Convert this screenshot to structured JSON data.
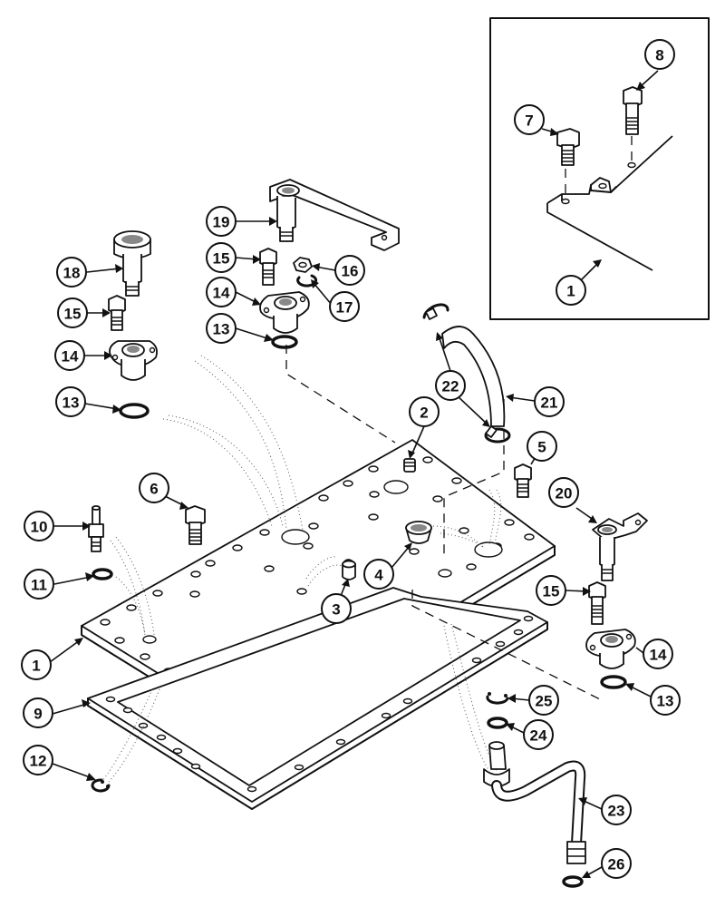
{
  "callouts": [
    {
      "label": "1",
      "part": "cover-plate"
    },
    {
      "label": "1",
      "part": "cover-plate-inset"
    },
    {
      "label": "2",
      "part": "plug"
    },
    {
      "label": "3",
      "part": "cap-plug"
    },
    {
      "label": "4",
      "part": "cap"
    },
    {
      "label": "5",
      "part": "bolt"
    },
    {
      "label": "6",
      "part": "bolt"
    },
    {
      "label": "7",
      "part": "bolt-short"
    },
    {
      "label": "8",
      "part": "bolt-long"
    },
    {
      "label": "9",
      "part": "gasket"
    },
    {
      "label": "10",
      "part": "breather-fitting"
    },
    {
      "label": "11",
      "part": "o-ring"
    },
    {
      "label": "12",
      "part": "clip"
    },
    {
      "label": "13",
      "part": "o-ring"
    },
    {
      "label": "13",
      "part": "o-ring"
    },
    {
      "label": "13",
      "part": "o-ring"
    },
    {
      "label": "14",
      "part": "flange-housing"
    },
    {
      "label": "14",
      "part": "flange-housing"
    },
    {
      "label": "14",
      "part": "flange-housing"
    },
    {
      "label": "15",
      "part": "bolt"
    },
    {
      "label": "15",
      "part": "bolt"
    },
    {
      "label": "15",
      "part": "bolt"
    },
    {
      "label": "16",
      "part": "nut"
    },
    {
      "label": "17",
      "part": "washer"
    },
    {
      "label": "18",
      "part": "shaft"
    },
    {
      "label": "19",
      "part": "lever-shaft"
    },
    {
      "label": "20",
      "part": "bracket-shaft"
    },
    {
      "label": "21",
      "part": "hose"
    },
    {
      "label": "22",
      "part": "hose-clamp"
    },
    {
      "label": "22",
      "part": "hose-clamp"
    },
    {
      "label": "23",
      "part": "tube"
    },
    {
      "label": "24",
      "part": "o-ring"
    },
    {
      "label": "25",
      "part": "clip"
    },
    {
      "label": "26",
      "part": "o-ring"
    }
  ]
}
